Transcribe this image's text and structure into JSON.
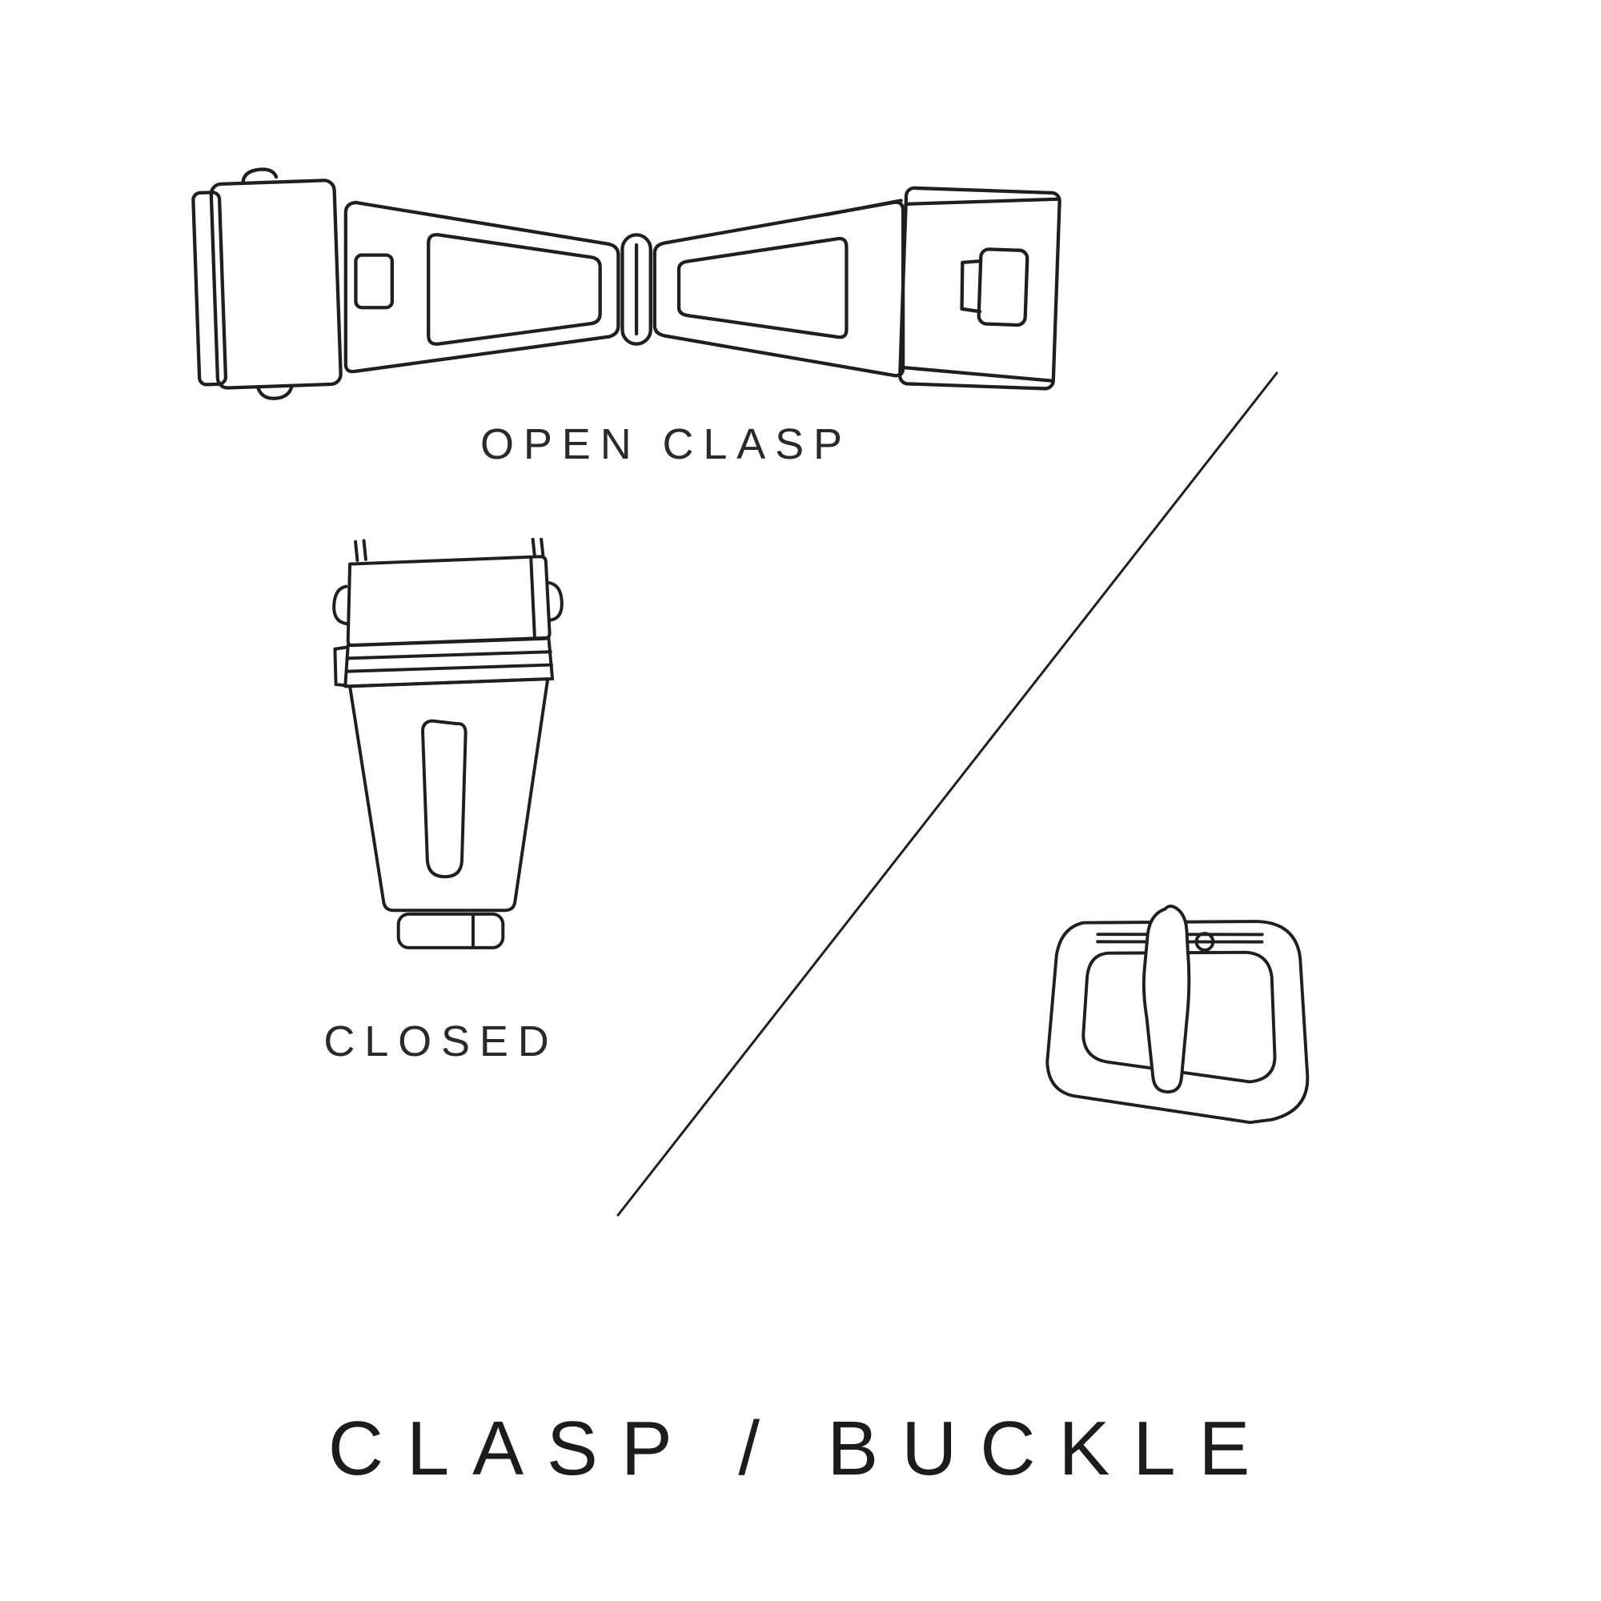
{
  "labels": {
    "open_clasp": "OPEN CLASP",
    "closed": "CLOSED"
  },
  "title": "CLASP / BUCKLE",
  "colors": {
    "background": "#ffffff",
    "line": "#1f1f1f",
    "text": "#2a2a2a"
  },
  "icons": {
    "open_clasp_illustration": "open-deployant-clasp-top-view",
    "closed_clasp_illustration": "closed-deployant-clasp-front-view",
    "buckle_illustration": "tang-buckle",
    "divider": "diagonal-divider-line"
  }
}
